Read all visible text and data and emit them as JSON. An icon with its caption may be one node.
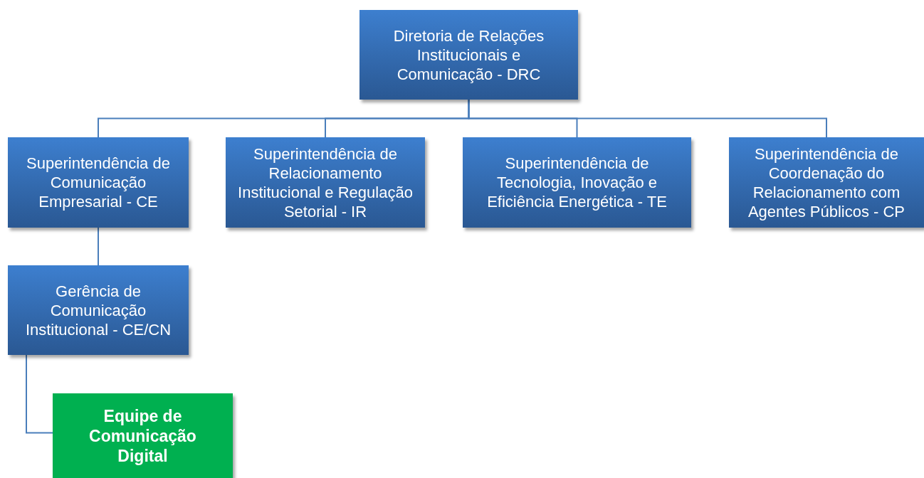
{
  "diagram": {
    "nodes": [
      {
        "text": [
          "Diretoria de Relações Institucionais e Comunicação - DRC"
        ]
      },
      {
        "text": [
          "Superintendência de Comunicação Empresarial - CE"
        ]
      },
      {
        "text": [
          "Superintendência de Relacionamento Institucional e Regulação Setorial - IR"
        ]
      },
      {
        "text": [
          "Superintendência de Tecnologia, Inovação e Eficiência Energética - TE"
        ]
      },
      {
        "text": [
          "Superintendência de Coordenação do Relacionamento com Agentes Públicos - CP"
        ]
      },
      {
        "text": [
          "Gerência de Comunicação Institucional - CE/CN"
        ]
      },
      {
        "text": [
          "Equipe de Comunicação Digital"
        ]
      }
    ],
    "edges": [
      {
        "from": 0,
        "to": 1,
        "arrow": "none"
      },
      {
        "from": 0,
        "to": 2,
        "arrow": "none"
      },
      {
        "from": 0,
        "to": 3,
        "arrow": "none"
      },
      {
        "from": 0,
        "to": 4,
        "arrow": "none"
      },
      {
        "from": 1,
        "to": 5,
        "arrow": "none"
      },
      {
        "from": 5,
        "to": 6,
        "arrow": "none"
      }
    ]
  }
}
